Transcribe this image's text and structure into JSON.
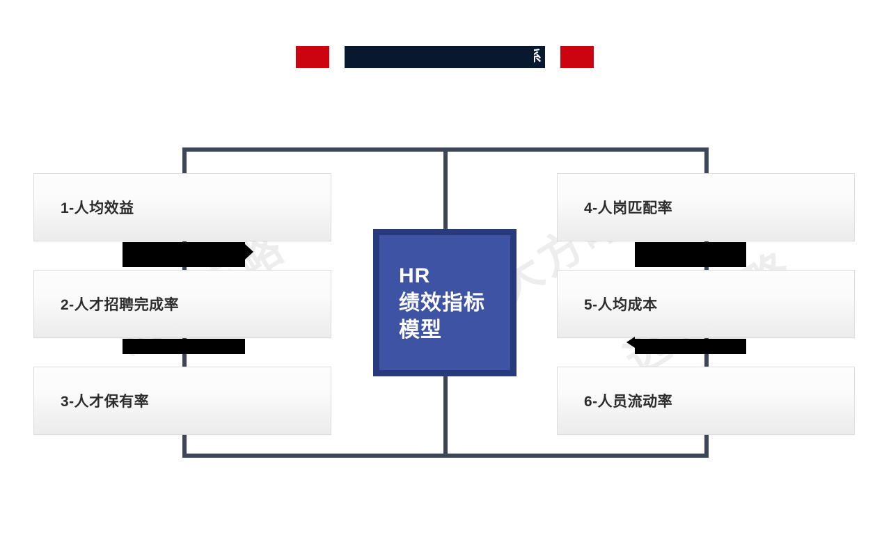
{
  "slide": {
    "background_color": "#ffffff",
    "accent_red": "#cc0410",
    "accent_navy": "#07182f",
    "connector_color": "#3c4657",
    "center_border_color": "#283a7b",
    "center_fill_color": "#3f53a4"
  },
  "title": {
    "visible_text": "系",
    "redacted": true
  },
  "center": {
    "line1": "HR",
    "line2": "绩效指标",
    "line3": "模型"
  },
  "left_column": [
    {
      "label": "1-人均效益"
    },
    {
      "label": "2-人才招聘完成率"
    },
    {
      "label": "3-人才保有率"
    }
  ],
  "right_column": [
    {
      "label": "4-人岗匹配率"
    },
    {
      "label": "5-人均成本"
    },
    {
      "label": "6-人员流动率"
    }
  ],
  "watermark": {
    "text": "远大方略"
  }
}
